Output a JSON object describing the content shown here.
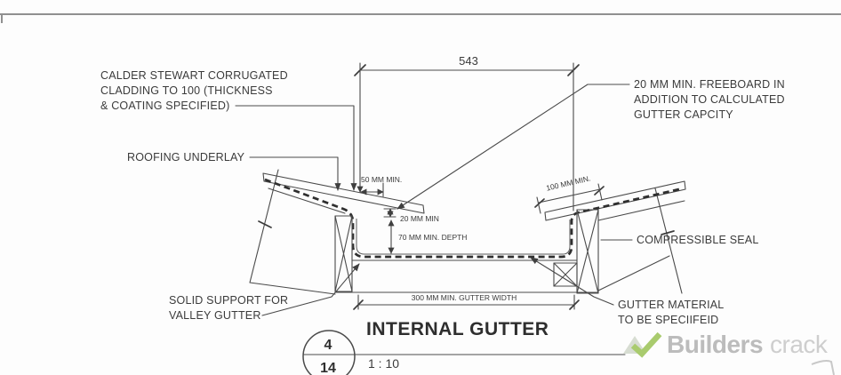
{
  "page": {
    "bg": "#fdfdfd",
    "top_rule_color": "#909090",
    "ink": "#3b3b3b",
    "watermark_gray_bold": "#b9b9b9",
    "watermark_gray_light": "#cccccc",
    "logo_green": "#a5c967",
    "logo_light_green": "#d6dcd0"
  },
  "annotations": {
    "cladding": {
      "line1": "CALDER STEWART CORRUGATED",
      "line2": "CLADDING TO 100 (THICKNESS",
      "line3": "& COATING SPECIFIED)"
    },
    "underlay": {
      "line1": "ROOFING UNDERLAY"
    },
    "freeboard": {
      "line1": "20 MM MIN. FREEBOARD IN",
      "line2": "ADDITION TO CALCULATED",
      "line3": "GUTTER CAPCITY"
    },
    "seal": {
      "line1": "COMPRESSIBLE SEAL"
    },
    "material": {
      "line1": "GUTTER MATERIAL",
      "line2": "TO BE SPECIIFEID"
    },
    "support": {
      "line1": "SOLID SUPPORT FOR",
      "line2": "VALLEY GUTTER"
    }
  },
  "dimensions": {
    "overall_width": "543",
    "cladding_overhang_left": "50 MM MIN.",
    "freeboard_min": "20 MM MIN",
    "gutter_depth": "70 MM MIN. DEPTH",
    "cladding_overhang_right": "100 MM MIN.",
    "gutter_width": "300 MM MIN. GUTTER WIDTH"
  },
  "title_block": {
    "title": "INTERNAL GUTTER",
    "scale": "1 : 10",
    "detail_number": "4",
    "sheet_number": "14"
  },
  "watermark": {
    "bold_part": "Builders",
    "light_part": "crack"
  }
}
